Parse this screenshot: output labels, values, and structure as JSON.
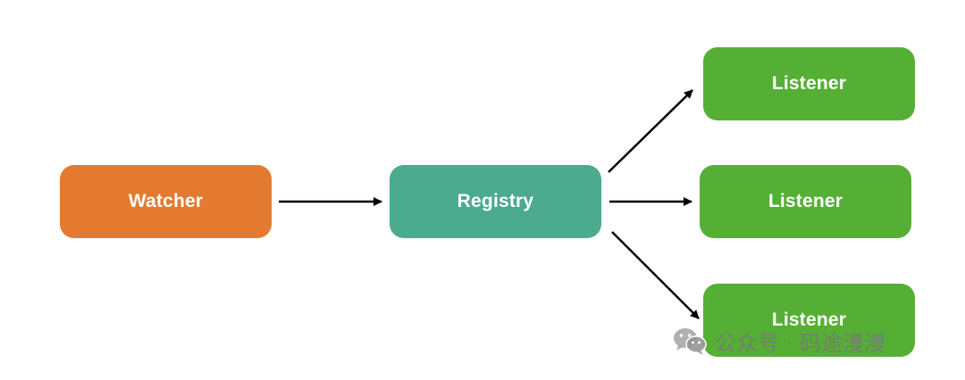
{
  "nodes": {
    "watcher": {
      "label": "Watcher",
      "color": "#E47A30"
    },
    "registry": {
      "label": "Registry",
      "color": "#4CAA8E"
    },
    "listeners": [
      {
        "label": "Listener",
        "color": "#55AF34"
      },
      {
        "label": "Listener",
        "color": "#55AF34"
      },
      {
        "label": "Listener",
        "color": "#55AF34"
      }
    ]
  },
  "watermark": {
    "icon": "wechat-icon",
    "text": "公众号 · 码途漫漫"
  }
}
